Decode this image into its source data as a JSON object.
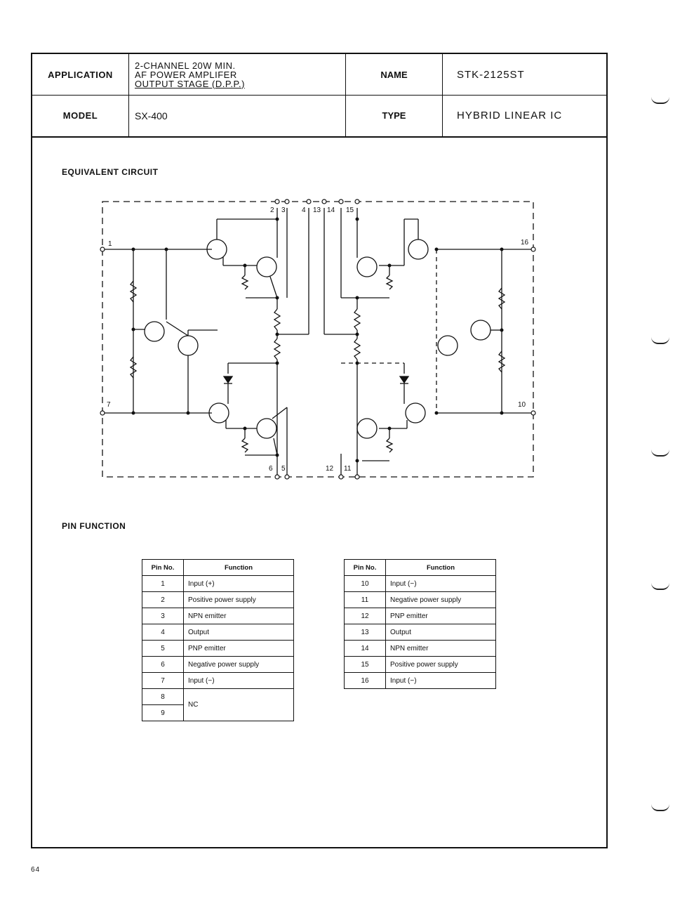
{
  "header": {
    "application_label": "APPLICATION",
    "application_lines": [
      "2-CHANNEL 20W MIN.",
      "AF POWER AMPLIFER",
      "OUTPUT STAGE (D.P.P.)"
    ],
    "name_label": "NAME",
    "name_value": "STK-2125ST",
    "model_label": "MODEL",
    "model_value": "SX-400",
    "type_label": "TYPE",
    "type_value": "HYBRID LINEAR IC"
  },
  "sections": {
    "equivalent_circuit": "EQUIVALENT CIRCUIT",
    "pin_function": "PIN FUNCTION"
  },
  "circuit": {
    "pin_labels": {
      "p1": "1",
      "p2": "2",
      "p3": "3",
      "p4": "4",
      "p5": "5",
      "p6": "6",
      "p7": "7",
      "p10": "10",
      "p11": "11",
      "p12": "12",
      "p13": "13",
      "p14": "14",
      "p15": "15",
      "p16": "16"
    }
  },
  "pin_table_left": {
    "headers": [
      "Pin No.",
      "Function"
    ],
    "rows": [
      {
        "no": "1",
        "fn": "Input (+)"
      },
      {
        "no": "2",
        "fn": "Positive power supply"
      },
      {
        "no": "3",
        "fn": "NPN emitter"
      },
      {
        "no": "4",
        "fn": "Output"
      },
      {
        "no": "5",
        "fn": "PNP emitter"
      },
      {
        "no": "6",
        "fn": "Negative power supply"
      },
      {
        "no": "7",
        "fn": "Input (−)"
      },
      {
        "no": "8",
        "fn": "NC"
      },
      {
        "no": "9",
        "fn": ""
      }
    ]
  },
  "pin_table_right": {
    "headers": [
      "Pin No.",
      "Function"
    ],
    "rows": [
      {
        "no": "10",
        "fn": "Input (−)"
      },
      {
        "no": "11",
        "fn": "Negative power supply"
      },
      {
        "no": "12",
        "fn": "PNP emitter"
      },
      {
        "no": "13",
        "fn": "Output"
      },
      {
        "no": "14",
        "fn": "NPN emitter"
      },
      {
        "no": "15",
        "fn": "Positive power supply"
      },
      {
        "no": "16",
        "fn": "Input (−)"
      }
    ]
  },
  "footer": {
    "page": "64"
  }
}
